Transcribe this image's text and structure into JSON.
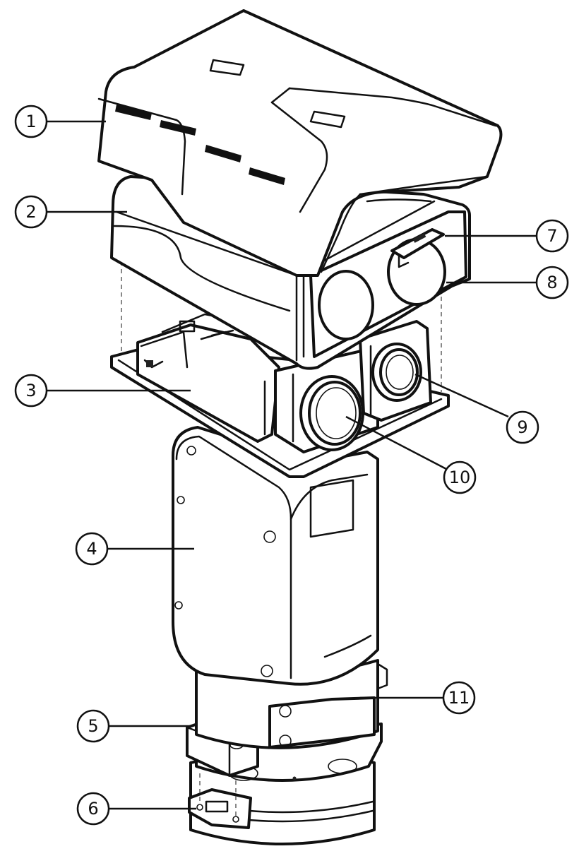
{
  "callouts": [
    {
      "id": "c1",
      "label": "1"
    },
    {
      "id": "c2",
      "label": "2"
    },
    {
      "id": "c3",
      "label": "3"
    },
    {
      "id": "c4",
      "label": "4"
    },
    {
      "id": "c5",
      "label": "5"
    },
    {
      "id": "c6",
      "label": "6"
    },
    {
      "id": "c7",
      "label": "7"
    },
    {
      "id": "c8",
      "label": "8"
    },
    {
      "id": "c9",
      "label": "9"
    },
    {
      "id": "c10",
      "label": "10"
    },
    {
      "id": "c11",
      "label": "11"
    }
  ],
  "colors": {
    "line": "#111111",
    "background": "#ffffff"
  }
}
